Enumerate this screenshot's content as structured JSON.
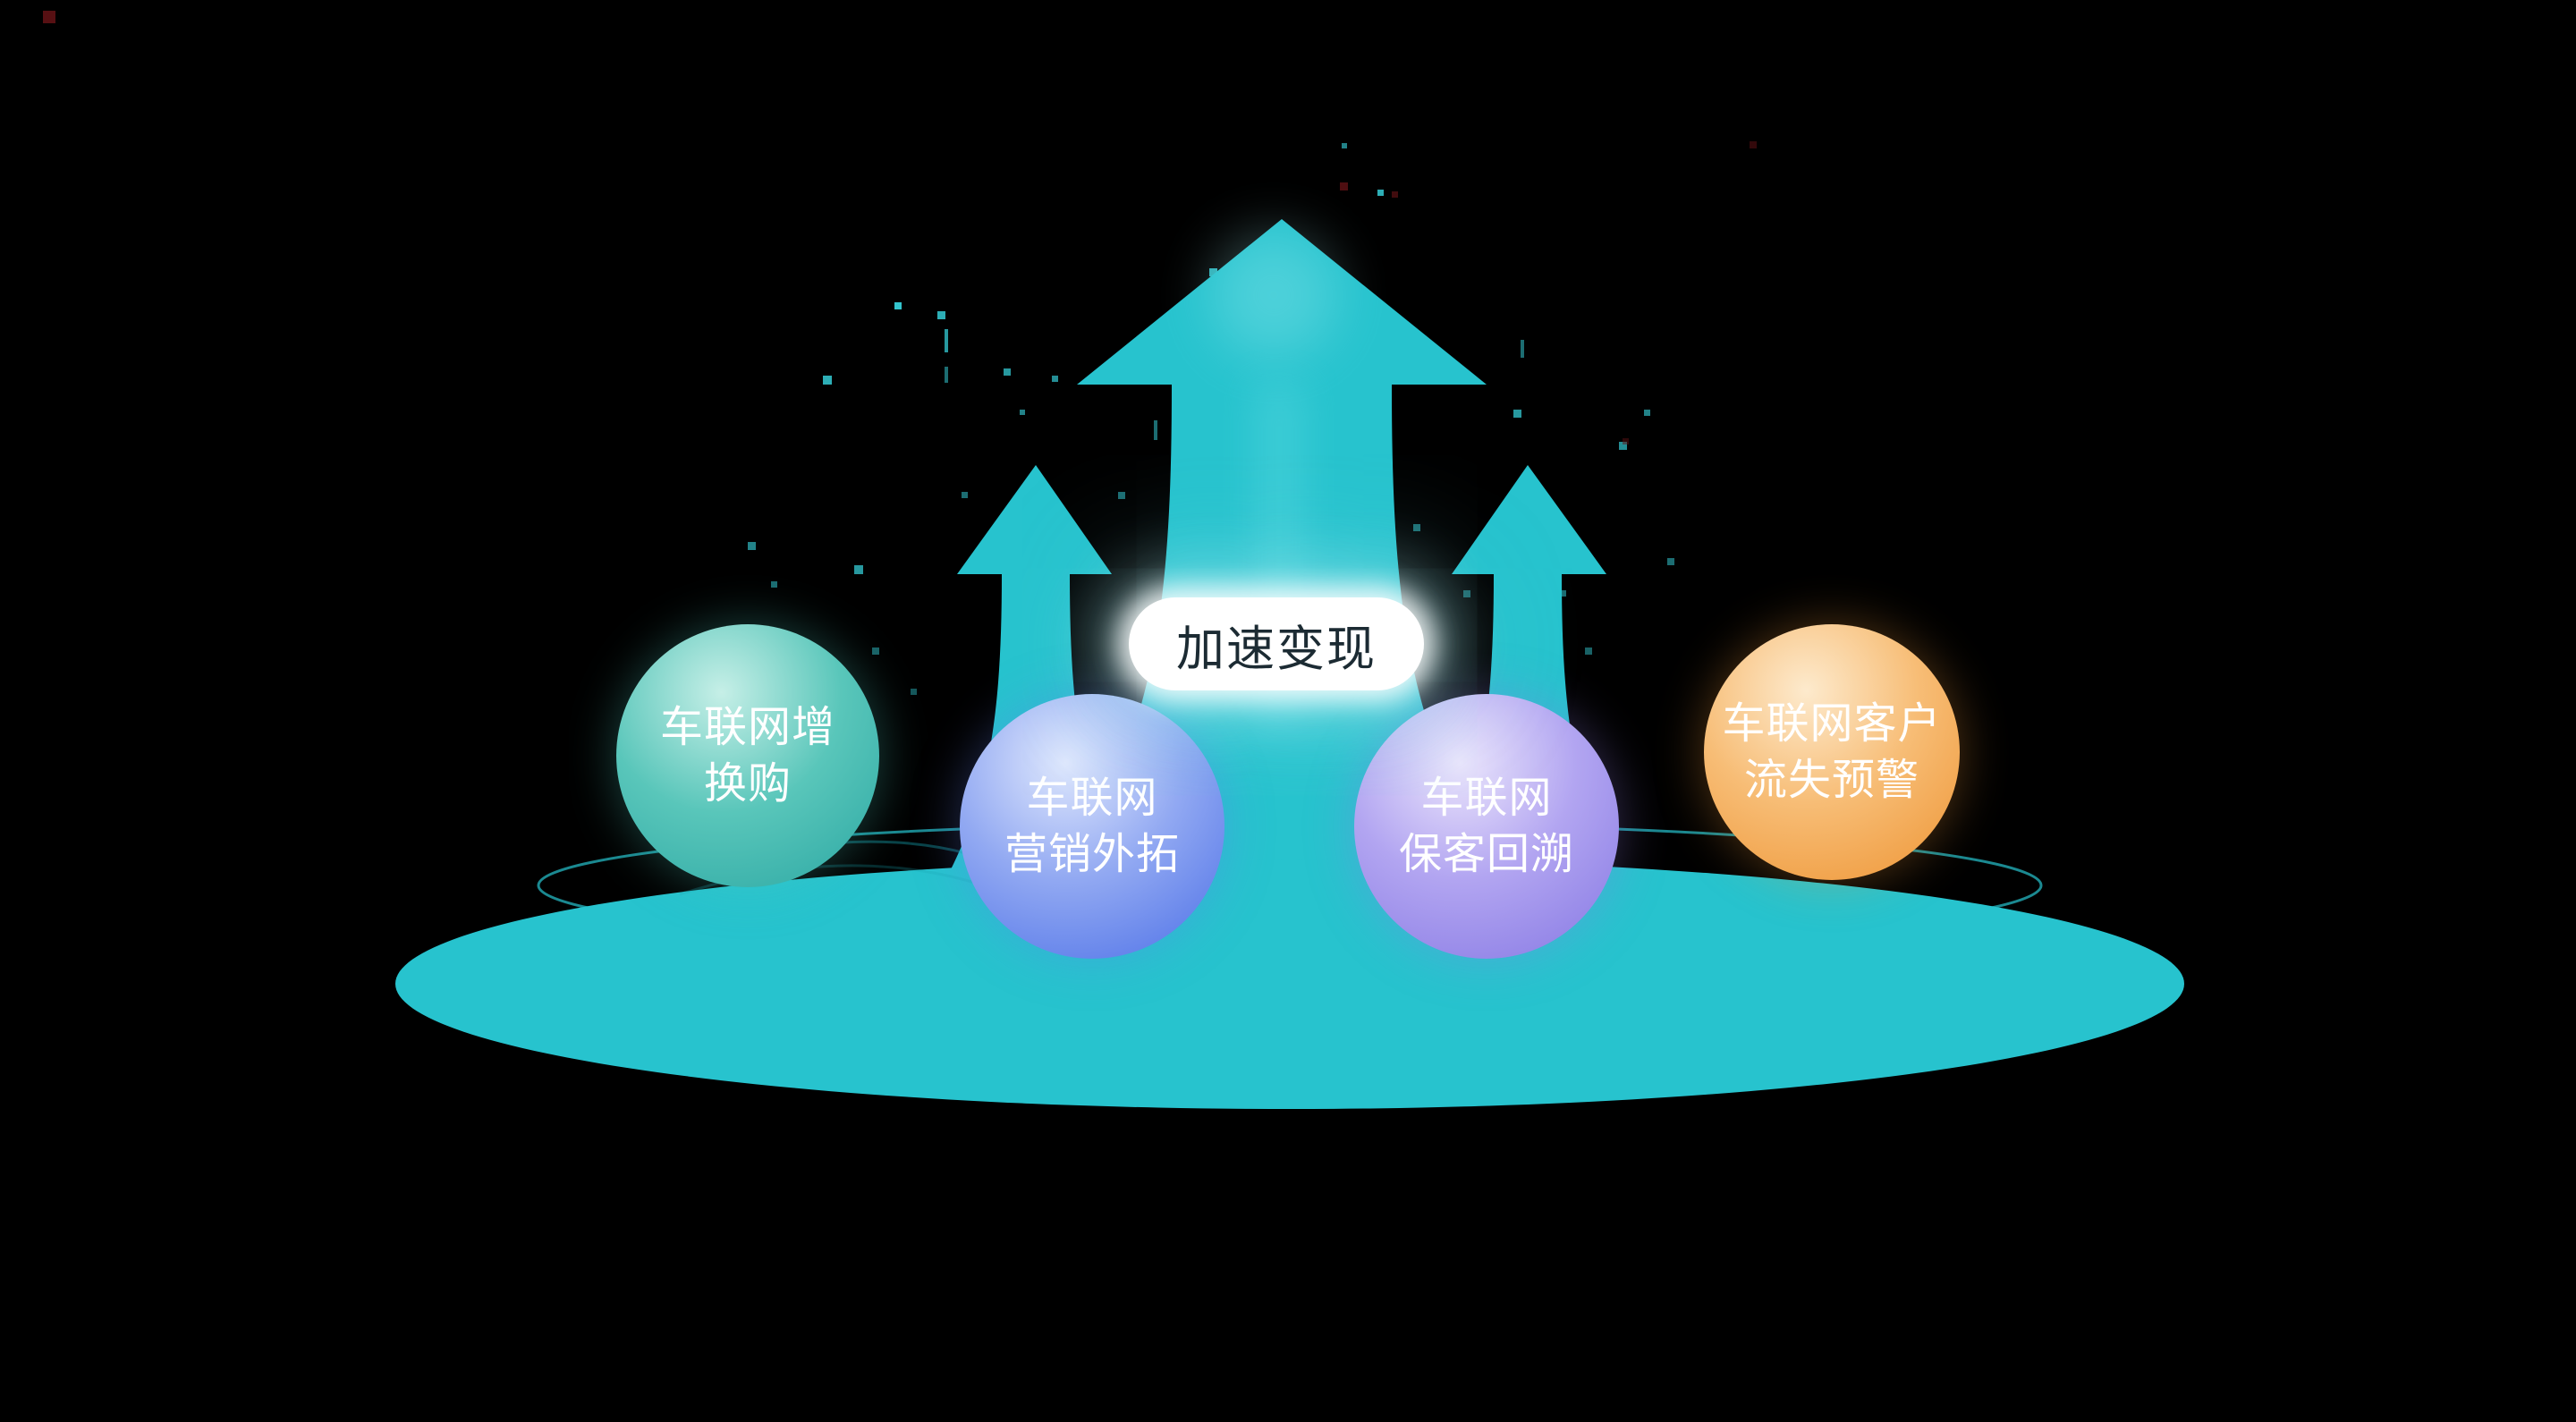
{
  "diagram": {
    "center_label": "加速变现",
    "spheres": [
      {
        "name": "iov-upgrade-repurchase",
        "lines": [
          "车联网增",
          "换购"
        ]
      },
      {
        "name": "iov-marketing-expansion",
        "lines": [
          "车联网",
          "营销外拓"
        ]
      },
      {
        "name": "iov-customer-retention-trace",
        "lines": [
          "车联网",
          "保客回溯"
        ]
      },
      {
        "name": "iov-churn-warning",
        "lines": [
          "车联网客户",
          "流失预警"
        ]
      }
    ]
  },
  "colors": {
    "bg": "#000000",
    "teal": "#27c3ce",
    "teal_light": "#5fdbe3",
    "particle": "#38d9e3",
    "dark_dot": "#5c1114",
    "pill_bg": "#ffffff",
    "pill_text": "#1c2b33",
    "sphere_text": "#ffffff",
    "sphere1_hi": "#c6efe7",
    "sphere1_mid": "#59c6ba",
    "sphere1_lo": "#2ba7a3",
    "sphere2_hi": "#e0e8fd",
    "sphere2_mid": "#92a9f2",
    "sphere2_lo": "#4b6fe7",
    "sphere3_hi": "#ece6fc",
    "sphere3_mid": "#b2a5f1",
    "sphere3_lo": "#8577e3",
    "sphere4_hi": "#fdeacd",
    "sphere4_mid": "#f7bd76",
    "sphere4_lo": "#ee9433"
  }
}
